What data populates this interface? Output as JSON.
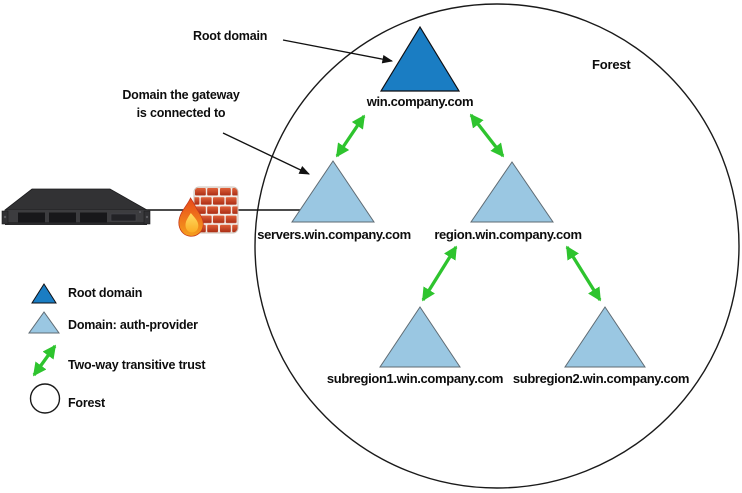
{
  "forest": {
    "label": "Forest",
    "domains": [
      {
        "id": "win",
        "label": "win.company.com",
        "role": "root-domain"
      },
      {
        "id": "servers",
        "label": "servers.win.company.com",
        "role": "domain-auth-provider"
      },
      {
        "id": "region",
        "label": "region.win.company.com",
        "role": "domain-auth-provider"
      },
      {
        "id": "subregion1",
        "label": "subregion1.win.company.com",
        "role": "domain-auth-provider"
      },
      {
        "id": "subregion2",
        "label": "subregion2.win.company.com",
        "role": "domain-auth-provider"
      }
    ],
    "trusts": [
      {
        "from": "win",
        "to": "servers",
        "type": "two-way-transitive"
      },
      {
        "from": "win",
        "to": "region",
        "type": "two-way-transitive"
      },
      {
        "from": "region",
        "to": "subregion1",
        "type": "two-way-transitive"
      },
      {
        "from": "region",
        "to": "subregion2",
        "type": "two-way-transitive"
      }
    ]
  },
  "callouts": {
    "root_domain": "Root domain",
    "gateway_line1": "Domain the gateway",
    "gateway_line2": "is connected to"
  },
  "gateway": {
    "server_icon": "rack-server-icon",
    "firewall_icon": "firewall-icon",
    "connects_to": "servers.win.company.com"
  },
  "legend": {
    "items": [
      {
        "symbol": "root-domain-triangle",
        "label": "Root domain"
      },
      {
        "symbol": "auth-provider-triangle",
        "label": "Domain: auth-provider"
      },
      {
        "symbol": "two-way-trust-arrow",
        "label": "Two-way transitive trust"
      },
      {
        "symbol": "forest-circle",
        "label": "Forest"
      }
    ]
  },
  "colors": {
    "root_domain_fill": "#1a7dc3",
    "domain_fill": "#9ac7e2",
    "trust_green": "#2ec42e",
    "brick_red": "#c2401e",
    "line_black": "#111111"
  }
}
